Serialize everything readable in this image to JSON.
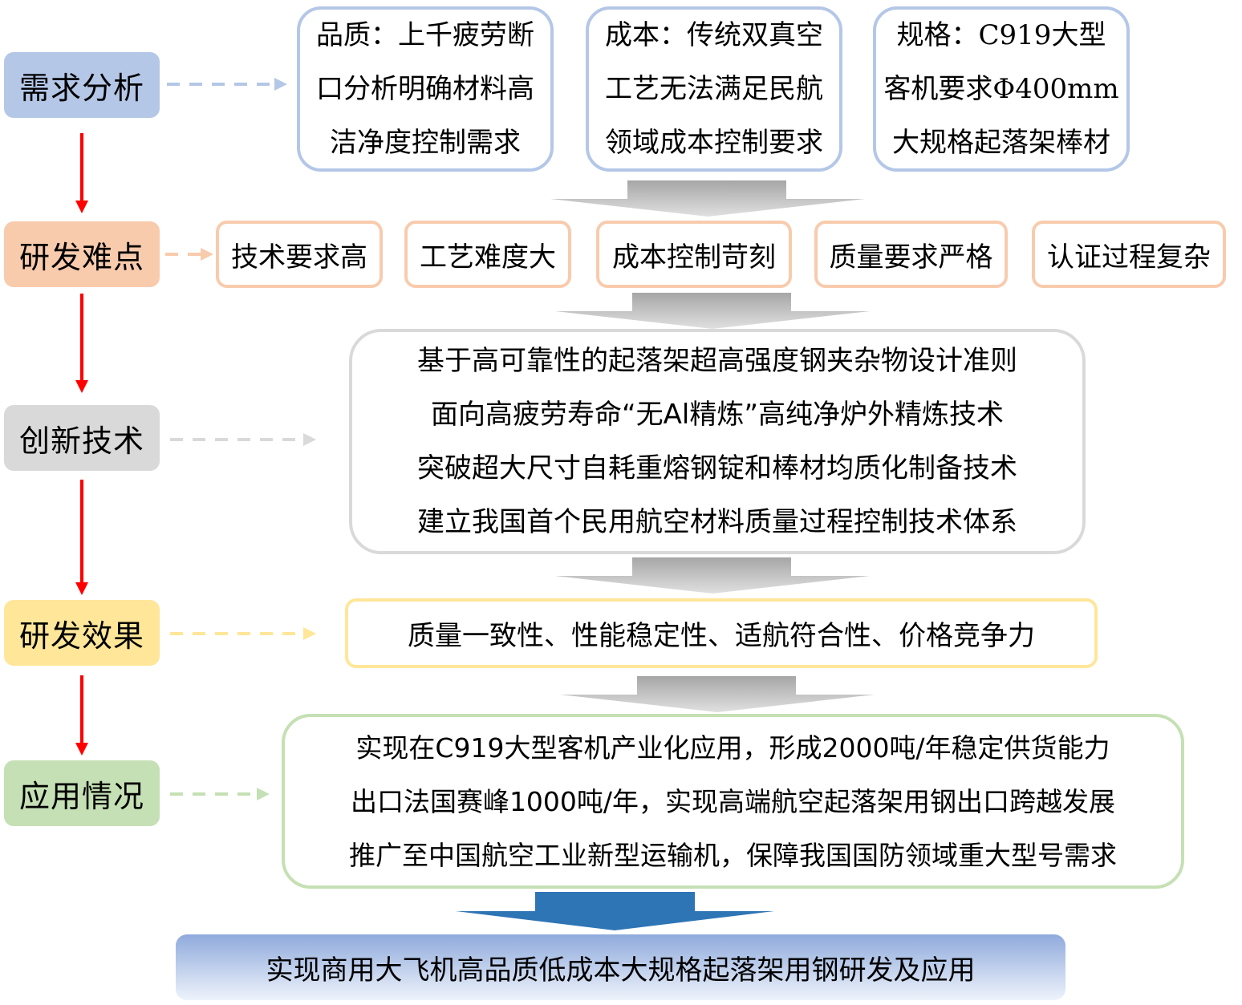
{
  "stages": [
    {
      "label": "需求分析"
    },
    {
      "label": "研发难点"
    },
    {
      "label": "创新技术"
    },
    {
      "label": "研发效果"
    },
    {
      "label": "应用情况"
    }
  ],
  "needs": {
    "quality": {
      "lines": [
        "品质：上千疲劳断",
        "口分析明确材料高",
        "洁净度控制需求"
      ]
    },
    "cost": {
      "lines": [
        "成本：传统双真空",
        "工艺无法满足民航",
        "领域成本控制要求"
      ]
    },
    "spec": {
      "lines": [
        "规格：C919大型",
        "客机要求Φ400mm",
        "大规格起落架棒材"
      ]
    }
  },
  "difficulties": [
    {
      "label": "技术要求高"
    },
    {
      "label": "工艺难度大"
    },
    {
      "label": "成本控制苛刻"
    },
    {
      "label": "质量要求严格"
    },
    {
      "label": "认证过程复杂"
    }
  ],
  "innovations": {
    "lines": [
      "基于高可靠性的起落架超高强度钢夹杂物设计准则",
      "面向高疲劳寿命“无Al精炼”高纯净炉外精炼技术",
      "突破超大尺寸自耗重熔钢锭和棒材均质化制备技术",
      "建立我国首个民用航空材料质量过程控制技术体系"
    ]
  },
  "effects": {
    "text": "质量一致性、性能稳定性、适航符合性、价格竞争力"
  },
  "applications": {
    "lines": [
      "实现在C919大型客机产业化应用，形成2000吨/年稳定供货能力",
      "出口法国赛峰1000吨/年，实现高端航空起落架用钢出口跨越发展",
      "推广至中国航空工业新型运输机，保障我国国防领域重大型号需求"
    ]
  },
  "final": {
    "text": "实现商用大飞机高品质低成本大规格起落架用钢研发及应用"
  },
  "colors": {
    "blue": "#b4c7e7",
    "orange": "#f8cbad",
    "gray": "#d9d9d9",
    "yellow": "#ffe699",
    "green": "#c5e0b4",
    "red_arrow": "#ff0000",
    "gray_arrow": "#bfbfbf",
    "blue_arrow": "#2e75b6"
  }
}
